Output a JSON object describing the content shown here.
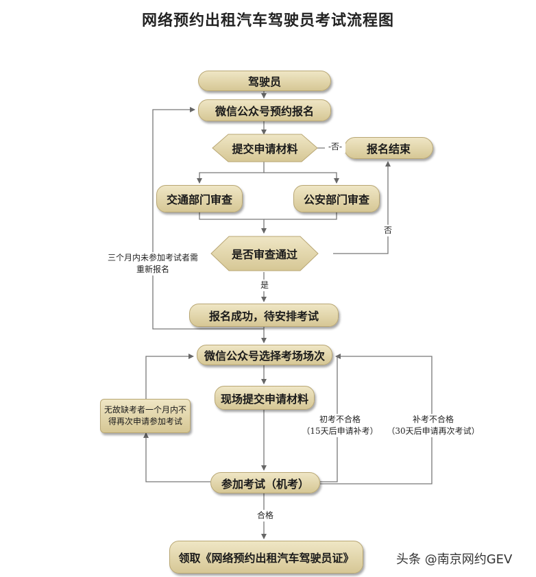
{
  "title": "网络预约出租汽车驾驶员考试流程图",
  "nodes": {
    "driver": "驾驶员",
    "wechat_register": "微信公众号预约报名",
    "submit_materials": "提交申请材料",
    "register_end": "报名结束",
    "traffic_review": "交通部门审查",
    "police_review": "公安部门审查",
    "review_passed": "是否审查通过",
    "register_success": "报名成功，待安排考试",
    "select_venue": "微信公众号选择考场场次",
    "onsite_submit": "现场提交申请材料",
    "take_exam": "参加考试（机考）",
    "get_certificate": "领取《网络预约出租汽车驾驶员证》",
    "absence_note": "无故缺考者一个月内不得再次申请参加考试"
  },
  "labels": {
    "no_1": "-否-",
    "no_2": "否",
    "yes": "是",
    "reregister_note": "三个月内未参加考试者需重新报名",
    "first_fail": "初考不合格",
    "first_fail_sub": "（15天后申请补考）",
    "retake_fail": "补考不合格",
    "retake_fail_sub": "（30天后申请再次考试）",
    "pass": "合格"
  },
  "watermark": "头条 @南京网约GEV"
}
